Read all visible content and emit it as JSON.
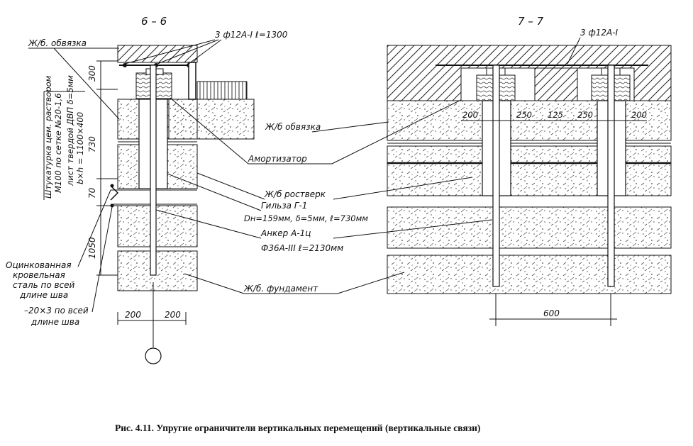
{
  "section_left": {
    "title": "6 – 6"
  },
  "section_right": {
    "title": "7 – 7"
  },
  "labels": {
    "rebar_left": "3 ф12A-I  ℓ=1300",
    "rebar_right": "3 ф12A-I",
    "tie_beam_left": "Ж/б. обвязка",
    "tie_beam_right": "Ж/б обвязка",
    "damper": "Амортизатор",
    "grillage": "Ж/б ростверк",
    "sleeve_title": "Гильза Г-1",
    "sleeve_spec": "Dн=159мм, δ=5мм, ℓ=730мм",
    "anchor_title": "Анкер А-1ц",
    "anchor_spec": "Ф36А-III  ℓ=2130мм",
    "foundation": "Ж/б. фундамент",
    "galv_steel": [
      "Оцинкованная",
      "кровельная",
      "сталь по всей",
      "длине шва"
    ],
    "strip": [
      "–20×3 по всей",
      "длине шва"
    ],
    "plaster": [
      "Штукатурка цем. раствором",
      "М100 по сетке №20-1,6",
      "лист твердой ДВП δ=5мм",
      "b×h = 1100×400"
    ]
  },
  "dimensions": {
    "left_vertical": [
      "300",
      "730",
      "70",
      "1050"
    ],
    "left_horizontal": [
      "200",
      "200"
    ],
    "right_top": [
      "200",
      "250",
      "125",
      "250",
      "200"
    ],
    "right_bottom": "600"
  },
  "caption": "Рис. 4.11. Упругие ограничители вертикальных перемещений  (вертикальные связи)"
}
